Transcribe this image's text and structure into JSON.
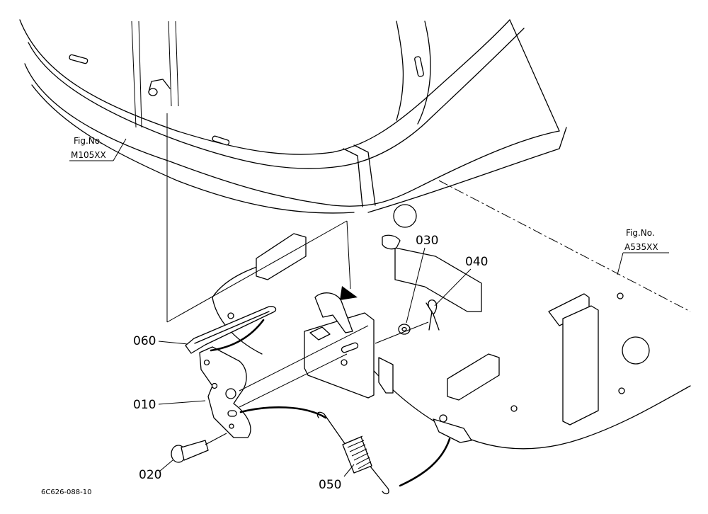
{
  "figure_refs": [
    {
      "line1": "Fig.No.",
      "line2": "M105XX"
    },
    {
      "line1": "Fig.No.",
      "line2": "A535XX"
    }
  ],
  "callouts": [
    "060",
    "010",
    "020",
    "030",
    "040",
    "050"
  ],
  "drawing_code": "6C626-088-10"
}
